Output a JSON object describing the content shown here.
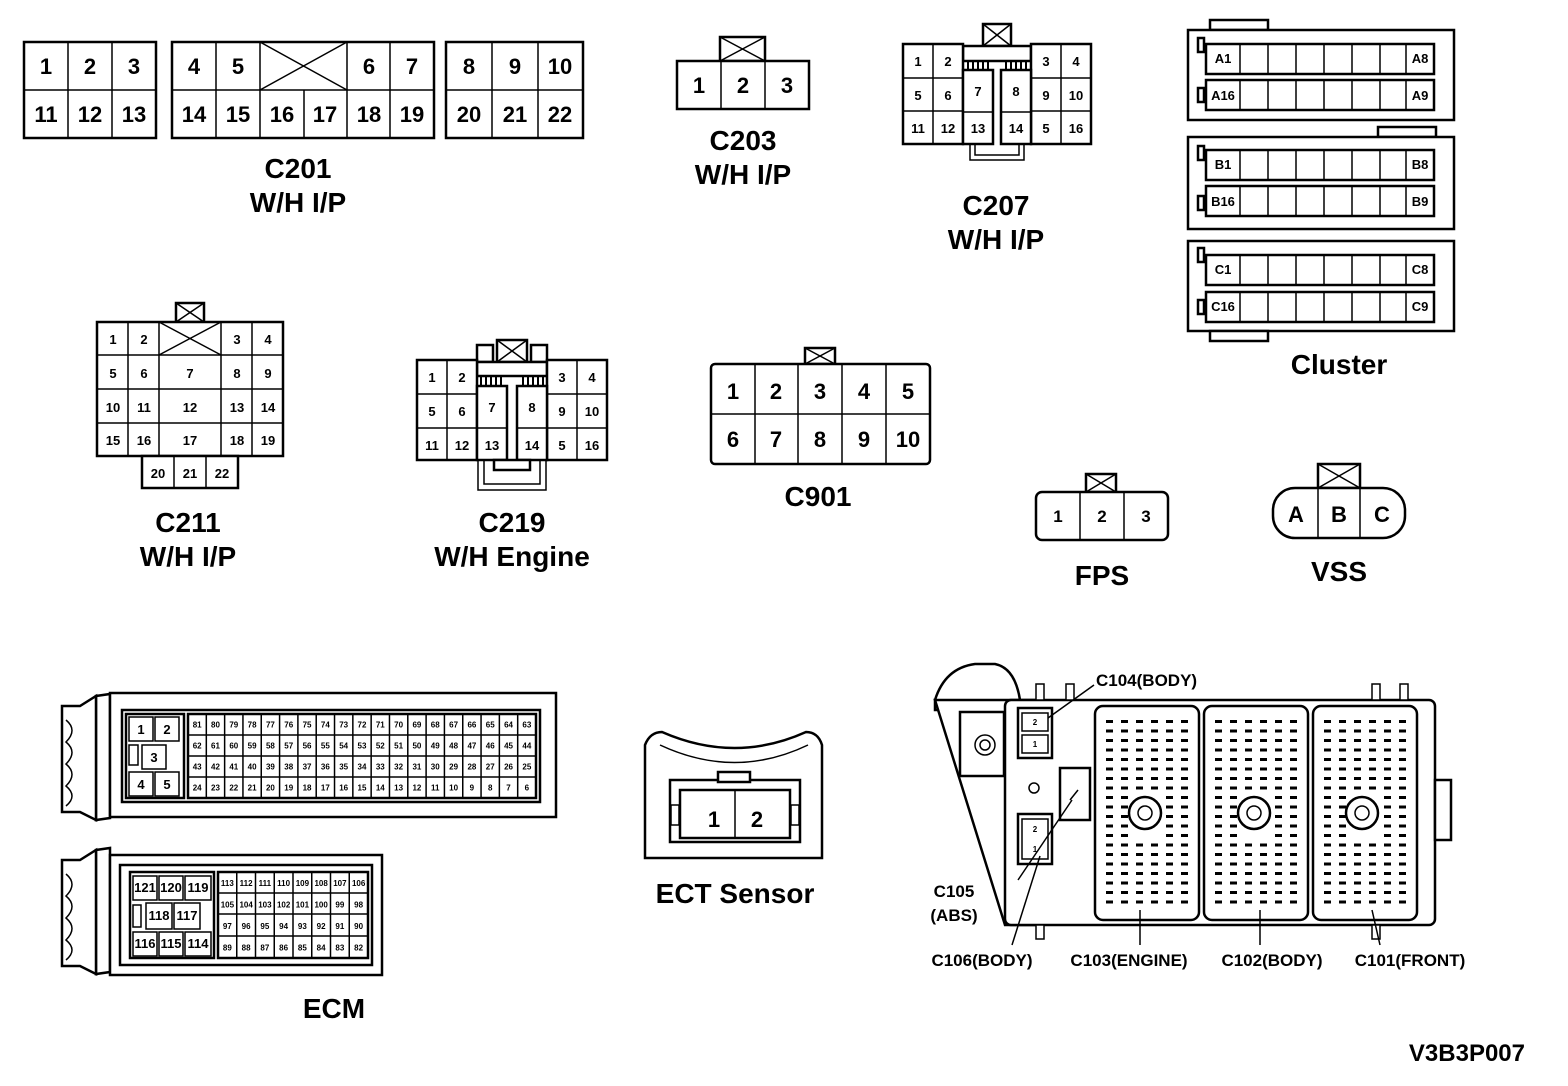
{
  "connectors": {
    "c201": {
      "title": "C201",
      "subtitle": "W/H I/P",
      "top": [
        "1",
        "2",
        "3",
        "4",
        "5",
        "6",
        "7",
        "8",
        "9",
        "10"
      ],
      "bottom": [
        "11",
        "12",
        "13",
        "14",
        "15",
        "16",
        "17",
        "18",
        "19",
        "20",
        "21",
        "22"
      ]
    },
    "c203": {
      "title": "C203",
      "subtitle": "W/H I/P",
      "pins": [
        "1",
        "2",
        "3"
      ]
    },
    "c207": {
      "title": "C207",
      "subtitle": "W/H I/P",
      "pins": [
        "1",
        "2",
        "3",
        "4",
        "5",
        "6",
        "7",
        "8",
        "9",
        "10",
        "11",
        "12",
        "13",
        "14",
        "5",
        "16"
      ]
    },
    "cluster": {
      "title": "Cluster",
      "rows": [
        [
          "A1",
          "A8",
          "A16",
          "A9"
        ],
        [
          "B1",
          "B8",
          "B16",
          "B9"
        ],
        [
          "C1",
          "C8",
          "C16",
          "C9"
        ]
      ]
    },
    "c211": {
      "title": "C211",
      "subtitle": "W/H I/P",
      "pins": [
        "1",
        "2",
        "3",
        "4",
        "5",
        "6",
        "7",
        "8",
        "9",
        "10",
        "11",
        "12",
        "13",
        "14",
        "15",
        "16",
        "17",
        "18",
        "19",
        "20",
        "21",
        "22"
      ]
    },
    "c219": {
      "title": "C219",
      "subtitle": "W/H Engine",
      "pins": [
        "1",
        "2",
        "3",
        "4",
        "5",
        "6",
        "7",
        "8",
        "9",
        "10",
        "11",
        "12",
        "13",
        "14",
        "5",
        "16"
      ]
    },
    "c901": {
      "title": "C901",
      "pins": [
        "1",
        "2",
        "3",
        "4",
        "5",
        "6",
        "7",
        "8",
        "9",
        "10"
      ]
    },
    "fps": {
      "title": "FPS",
      "pins": [
        "1",
        "2",
        "3"
      ]
    },
    "vss": {
      "title": "VSS",
      "pins": [
        "A",
        "B",
        "C"
      ]
    },
    "ecm": {
      "title": "ECM",
      "upper_left": [
        "1",
        "2",
        "3",
        "4",
        "5"
      ],
      "upper_rows": [
        [
          "81",
          "80",
          "79",
          "78",
          "77",
          "76",
          "75",
          "74",
          "73",
          "72",
          "71",
          "70",
          "69",
          "68",
          "67",
          "66",
          "65",
          "64",
          "63"
        ],
        [
          "62",
          "61",
          "60",
          "59",
          "58",
          "57",
          "56",
          "55",
          "54",
          "53",
          "52",
          "51",
          "50",
          "49",
          "48",
          "47",
          "46",
          "45",
          "44"
        ],
        [
          "43",
          "42",
          "41",
          "40",
          "39",
          "38",
          "37",
          "36",
          "35",
          "34",
          "33",
          "32",
          "31",
          "30",
          "29",
          "28",
          "27",
          "26",
          "25"
        ],
        [
          "24",
          "23",
          "22",
          "21",
          "20",
          "19",
          "18",
          "17",
          "16",
          "15",
          "14",
          "13",
          "12",
          "11",
          "10",
          "9",
          "8",
          "7",
          "6"
        ]
      ],
      "lower_left": [
        "121",
        "120",
        "119",
        "118",
        "117",
        "116",
        "115",
        "114"
      ],
      "lower_rows": [
        [
          "113",
          "112",
          "111",
          "110",
          "109",
          "108",
          "107",
          "106"
        ],
        [
          "105",
          "104",
          "103",
          "102",
          "101",
          "100",
          "99",
          "98"
        ],
        [
          "97",
          "96",
          "95",
          "94",
          "93",
          "92",
          "91",
          "90"
        ],
        [
          "89",
          "88",
          "87",
          "86",
          "85",
          "84",
          "83",
          "82"
        ]
      ]
    },
    "ect": {
      "title": "ECT Sensor",
      "pins": [
        "1",
        "2"
      ]
    },
    "junction": {
      "callouts": [
        "C104(BODY)",
        "C105",
        "(ABS)",
        "C106(BODY)",
        "C103(ENGINE)",
        "C102(BODY)",
        "C101(FRONT)"
      ]
    }
  },
  "figure_id": "V3B3P007"
}
